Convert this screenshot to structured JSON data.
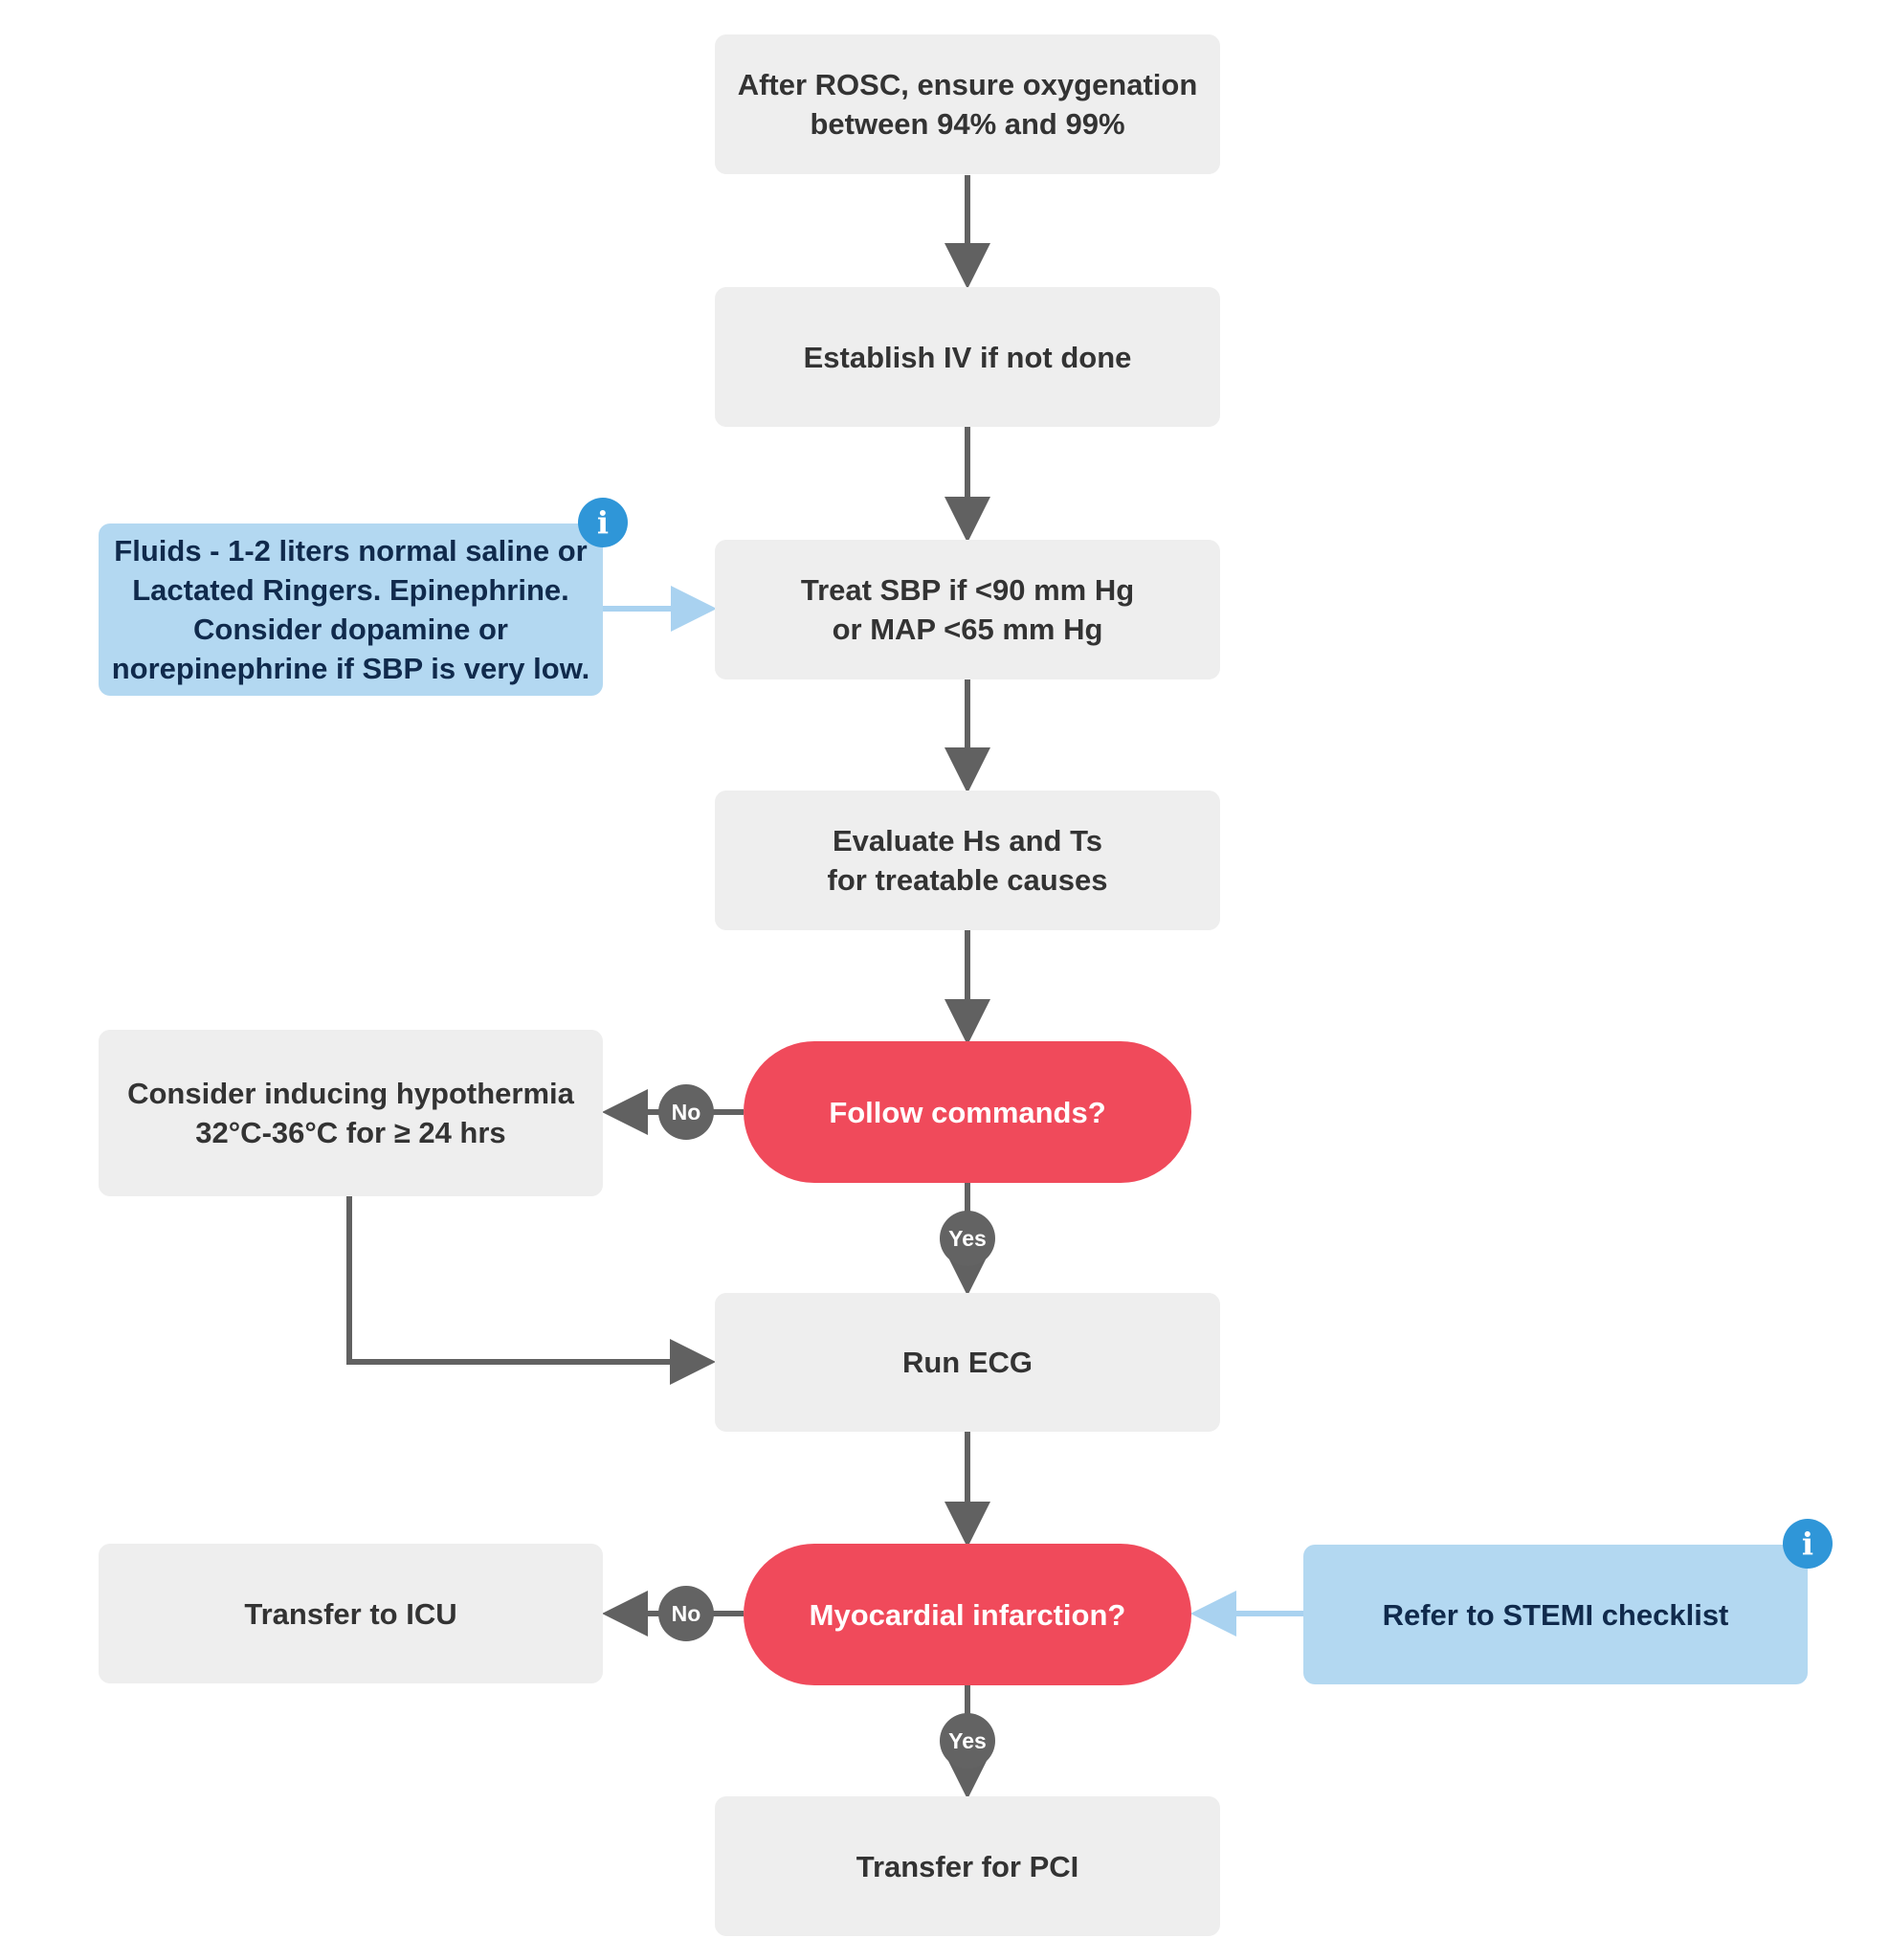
{
  "steps": {
    "oxygenation": "After ROSC, ensure oxygenation\nbetween 94% and 99%",
    "establish_iv": "Establish IV if not done",
    "treat_sbp": "Treat SBP if <90 mm Hg\nor MAP <65 mm Hg",
    "evaluate": "Evaluate Hs and Ts\nfor treatable causes",
    "hypothermia": "Consider inducing hypothermia\n32°C-36°C for ≥ 24 hrs",
    "run_ecg": "Run ECG",
    "transfer_icu": "Transfer to ICU",
    "transfer_pci": "Transfer for PCI"
  },
  "decisions": {
    "follow_commands": "Follow commands?",
    "myocardial_infarction": "Myocardial infarction?"
  },
  "notes": {
    "fluids": "Fluids - 1-2 liters normal saline or\nLactated Ringers. Epinephrine.\nConsider dopamine or\nnorepinephrine if SBP is very low.",
    "stemi": "Refer to STEMI checklist"
  },
  "labels": {
    "no": "No",
    "yes": "Yes",
    "info": "i"
  },
  "colors": {
    "step_fill": "#eeeeee",
    "note_fill": "#b3d8f1",
    "decision_fill": "#f04a5b",
    "connector": "#616161",
    "note_connector": "#a9d2f0",
    "info_badge": "#2f96d8"
  }
}
